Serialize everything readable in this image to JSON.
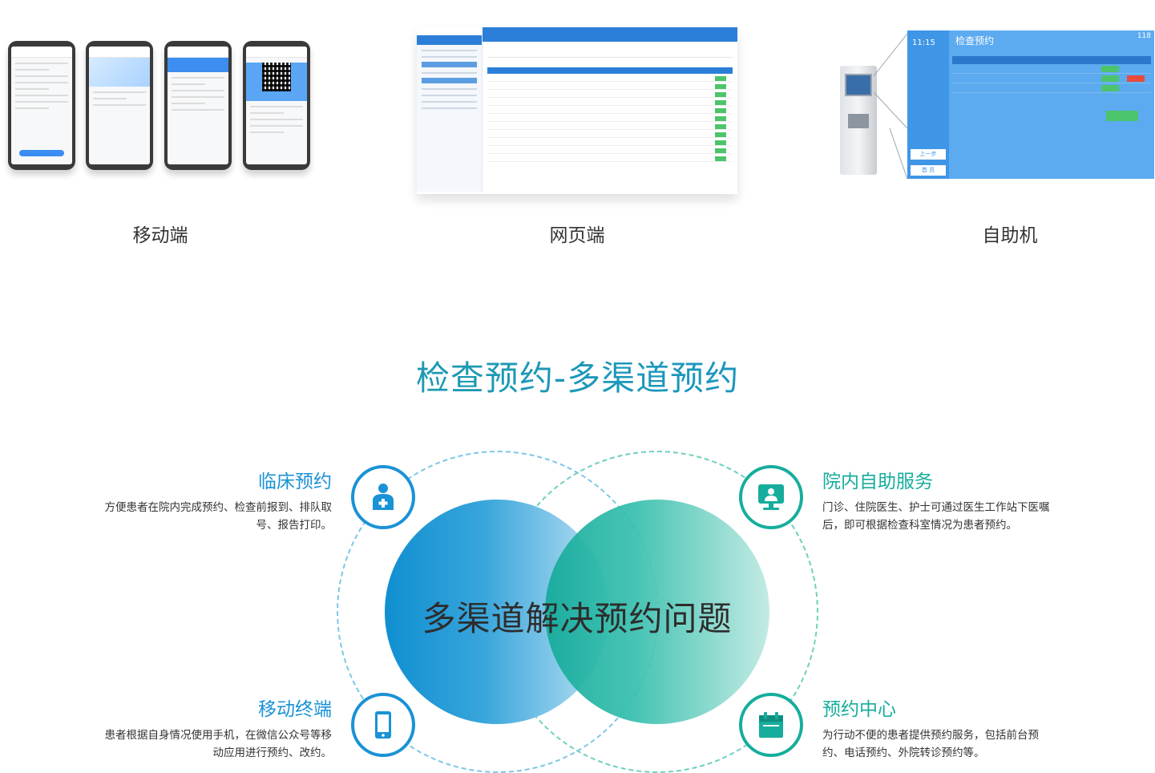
{
  "showcase": {
    "captions": {
      "mobile": "移动端",
      "web": "网页端",
      "kiosk": "自助机"
    },
    "kiosk_screen": {
      "time": "11:15",
      "title": "检查预约",
      "number": "118",
      "prev_button": "上一步",
      "home_button": "首 页"
    }
  },
  "diagram": {
    "title": "检查预约-多渠道预约",
    "center": "多渠道解决预约问题",
    "features": {
      "clinical": {
        "title": "临床预约",
        "desc": "方便患者在院内完成预约、检查前报到、排队取号、报告打印。",
        "icon": "doctor-plus-icon"
      },
      "self_service": {
        "title": "院内自助服务",
        "desc": "门诊、住院医生、护士可通过医生工作站下医嘱后，即可根据检查科室情况为患者预约。",
        "icon": "monitor-user-icon"
      },
      "mobile": {
        "title": "移动终端",
        "desc": "患者根据自身情况使用手机，在微信公众号等移动应用进行预约、改约。",
        "icon": "mobile-phone-icon"
      },
      "center": {
        "title": "预约中心",
        "desc": "为行动不便的患者提供预约服务，包括前台预约、电话预约、外院转诊预约等。",
        "icon": "calendar-icon"
      }
    },
    "colors": {
      "blue": "#1a92d6",
      "green": "#16ad9c"
    }
  }
}
